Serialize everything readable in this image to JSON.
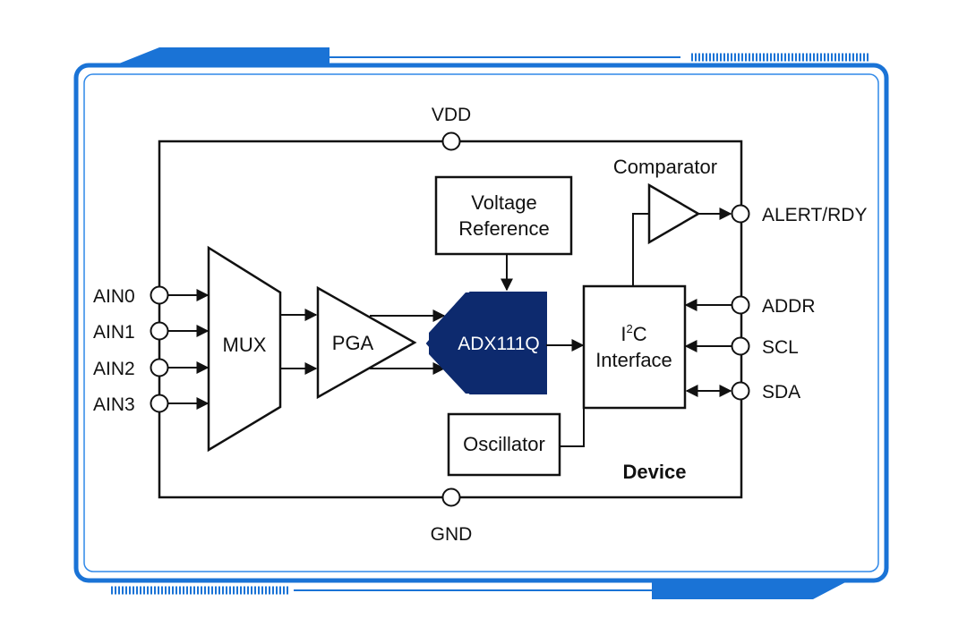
{
  "colors": {
    "frame_blue": "#1a73d6",
    "frame_blue_light": "#2f88e8",
    "adc_fill": "#0d2a6e",
    "line": "#111111"
  },
  "supply": {
    "top": "VDD",
    "bottom": "GND"
  },
  "inputs": [
    "AIN0",
    "AIN1",
    "AIN2",
    "AIN3"
  ],
  "outputs": {
    "alert": "ALERT/RDY",
    "addr": "ADDR",
    "scl": "SCL",
    "sda": "SDA"
  },
  "blocks": {
    "mux": "MUX",
    "pga": "PGA",
    "adc": "ADX111Q",
    "vref_line1": "Voltage",
    "vref_line2": "Reference",
    "i2c_main": "I",
    "i2c_sup": "2",
    "i2c_c": "C",
    "i2c_line2": "Interface",
    "oscillator": "Oscillator",
    "comparator": "Comparator",
    "device": "Device"
  }
}
